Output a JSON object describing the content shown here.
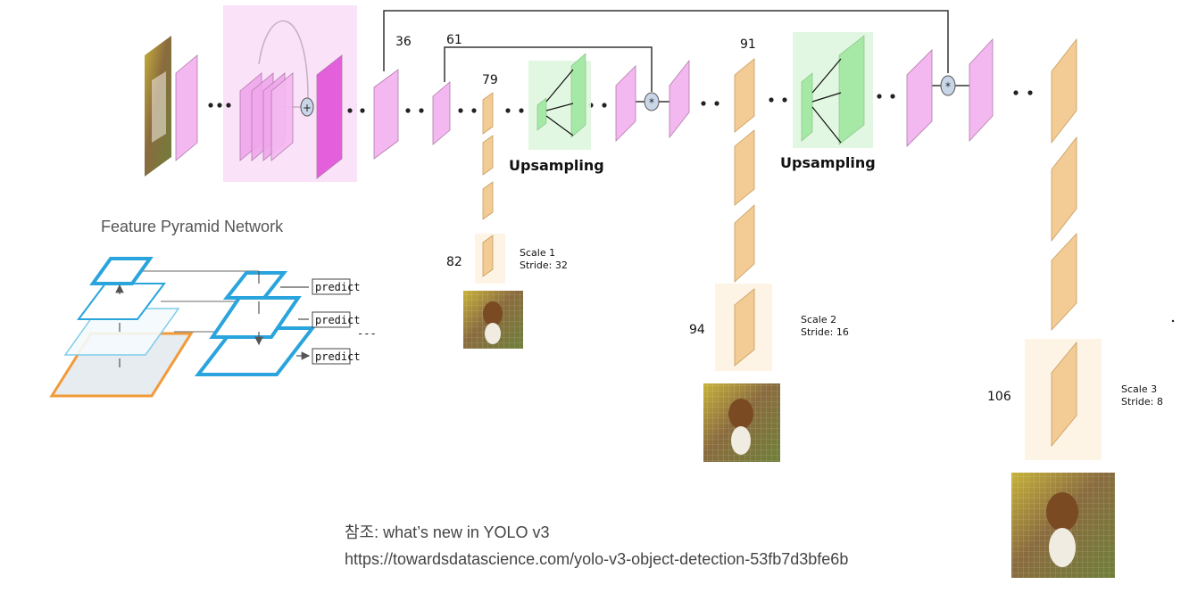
{
  "layers": {
    "l36": "36",
    "l61": "61",
    "l79": "79",
    "l82": "82",
    "l91": "91",
    "l94": "94",
    "l106": "106"
  },
  "upsampling": {
    "first": "Upsampling",
    "second": "Upsampling"
  },
  "scales": {
    "s1": {
      "scale": "Scale 1",
      "stride": "Stride: 32"
    },
    "s2": {
      "scale": "Scale 2",
      "stride": "Stride: 16"
    },
    "s3": {
      "scale": "Scale 3",
      "stride": "Stride: 8"
    }
  },
  "operators": {
    "add": "+",
    "concat": "*"
  },
  "fpn": {
    "title": "Feature Pyramid Network",
    "predict": [
      "predict",
      "predict",
      "predict"
    ],
    "ellipsis": "---"
  },
  "reference": {
    "line1": "참조: what’s new in YOLO v3",
    "line2": "https://towardsdatascience.com/yolo-v3-object-detection-53fb7d3bfe6b"
  },
  "colors": {
    "pink_layer": "#f4b8f0",
    "magenta_layer": "#e35fdc",
    "tan_layer": "#f2cc94",
    "green_block": "#a6e8a6",
    "fpn_blue": "#2aa4dc",
    "fpn_orange": "#f29a38"
  }
}
